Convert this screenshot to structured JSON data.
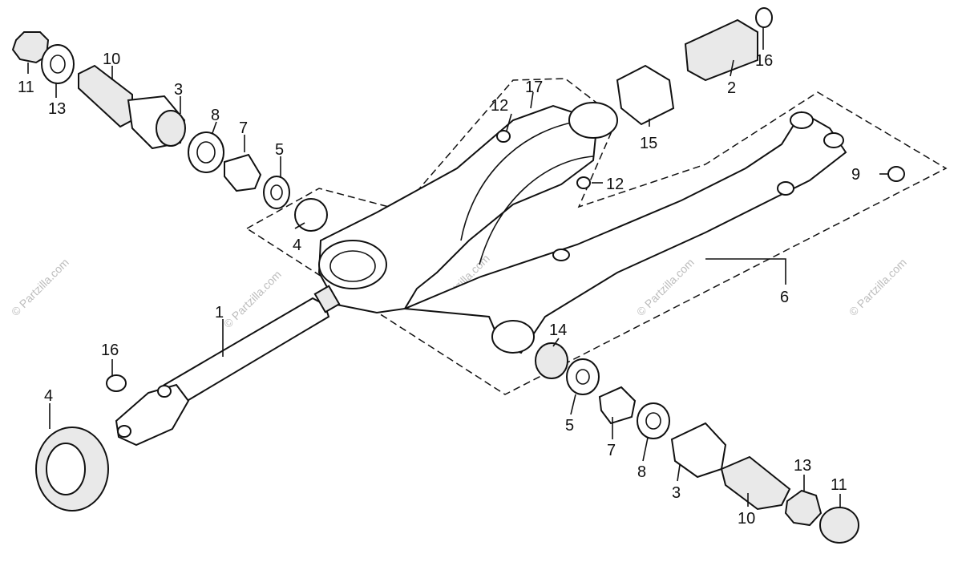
{
  "callouts": {
    "p1": "1",
    "p2": "2",
    "p3a": "3",
    "p3b": "3",
    "p4a": "4",
    "p4b": "4",
    "p5a": "5",
    "p5b": "5",
    "p6": "6",
    "p7a": "7",
    "p7b": "7",
    "p8a": "8",
    "p8b": "8",
    "p9": "9",
    "p10a": "10",
    "p10b": "10",
    "p11a": "11",
    "p11b": "11",
    "p12a": "12",
    "p12b": "12",
    "p13a": "13",
    "p13b": "13",
    "p14": "14",
    "p15": "15",
    "p16a": "16",
    "p16b": "16",
    "p17": "17"
  },
  "watermark": "© Partzilla.com"
}
